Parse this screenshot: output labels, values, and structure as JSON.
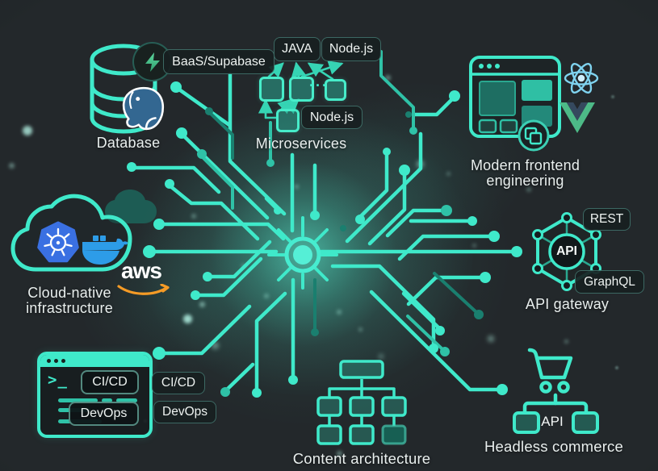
{
  "palette": {
    "background": "#23282b",
    "accent": "#3fe9ca",
    "accent_dim": "#2fc2a7",
    "accent_dark": "#1a7f6f",
    "text": "#eaf0ee",
    "react_blue": "#7fd3ef",
    "vue_green": "#4dba87",
    "vue_navy": "#35495e",
    "kubernetes_blue": "#3a70e2",
    "docker_blue": "#2d9ce8",
    "postgres_blue": "#336791",
    "supabase_green": "#3ecf8e",
    "aws_orange": "#f59b26"
  },
  "nodes": {
    "database": {
      "label": "Database",
      "baas_pill": "BaaS/Supabase"
    },
    "microservices": {
      "label": "Microservices",
      "java_pill": "JAVA",
      "node_pill_top": "Node.js",
      "node_pill_bottom": "Node.js",
      "ellipsis": "···"
    },
    "frontend": {
      "label_line1": "Modern frontend",
      "label_line2": "engineering"
    },
    "cloud": {
      "label_line1": "Cloud-native",
      "label_line2": "infrastructure",
      "aws_text": "aws"
    },
    "api_gateway": {
      "label": "API gateway",
      "center_text": "API",
      "rest_pill": "REST",
      "graphql_pill": "GraphQL"
    },
    "devops": {
      "prompt": ">_",
      "cicd_pill_inner": "CI/CD",
      "devops_pill_inner": "DevOps",
      "cicd_pill_outer": "CI/CD",
      "devops_pill_outer": "DevOps"
    },
    "content_architecture": {
      "label": "Content architecture"
    },
    "headless_commerce": {
      "label": "Headless commerce",
      "api_tag": "API"
    }
  }
}
